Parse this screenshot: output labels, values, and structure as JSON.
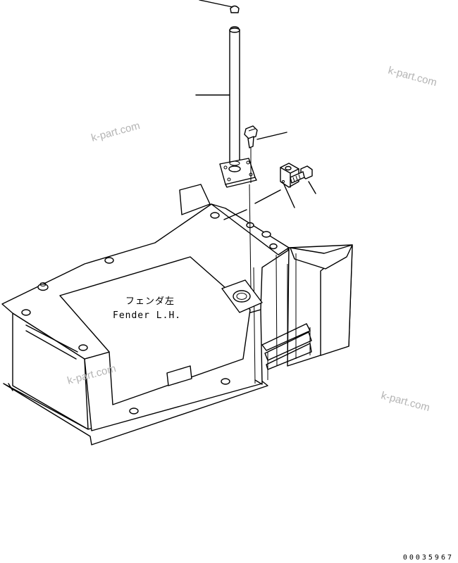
{
  "fender_label": {
    "japanese": "フェンダ左",
    "english": "Fender L.H."
  },
  "watermarks": [
    "k-part.com",
    "k-part.com",
    "k-part.com",
    "k-part.com"
  ],
  "drawing_number": "00035967"
}
